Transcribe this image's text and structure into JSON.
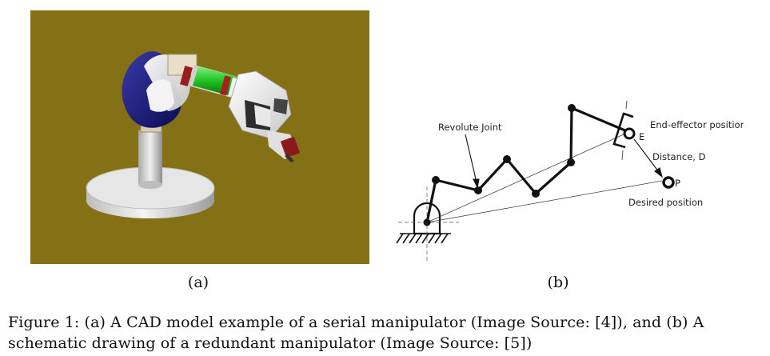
{
  "figure": {
    "panel_a": {
      "label": "(a)",
      "background_color": "#857115"
    },
    "panel_b": {
      "label": "(b)",
      "annotations": {
        "revolute_joint": "Revolute Joint",
        "end_effector": "End-effector position",
        "end_effector_marker": "E",
        "distance": "Distance, D",
        "target_marker": "P",
        "desired_position": "Desired position"
      }
    },
    "caption": "Figure 1: (a) A CAD model example of a serial manipulator (Image Source: [4]), and (b) A schematic drawing of a redundant manipulator (Image Source: [5])"
  }
}
